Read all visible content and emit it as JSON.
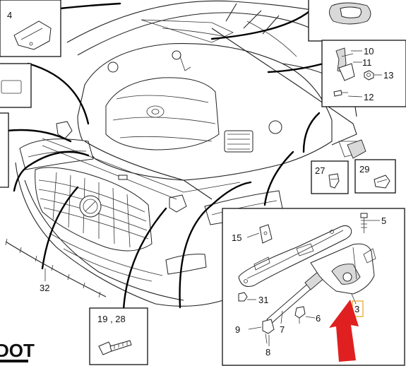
{
  "callouts": {
    "box_4": "4",
    "box_top_right": [
      "10",
      "11",
      "13",
      "12"
    ],
    "box_27": "27",
    "box_29": "29",
    "box_bottom": "19 , 28",
    "cable": "32",
    "assembly": [
      "15",
      "5",
      "31",
      "9",
      "7",
      "6",
      "8",
      "3"
    ]
  },
  "watermark": "DOT",
  "colors": {
    "line": "#111111",
    "arrow": "#e02020",
    "highlight": "#e8a93a"
  }
}
